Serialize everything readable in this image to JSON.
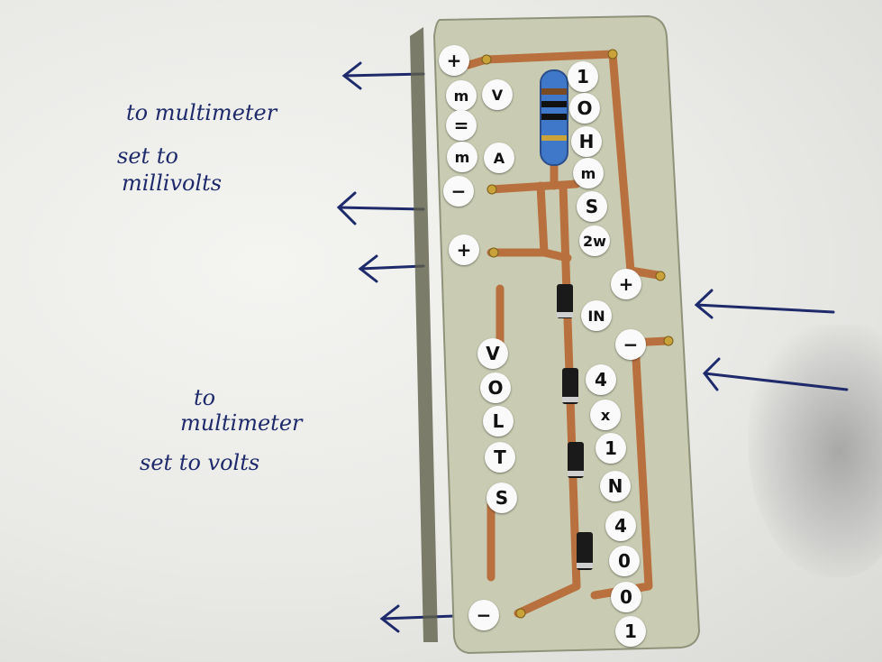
{
  "notes": {
    "top_line1": "to multimeter",
    "top_line2": "set to",
    "top_line3": "millivolts",
    "bottom_line1": "to",
    "bottom_line2": "multimeter",
    "bottom_line3": "set to volts"
  },
  "labels": {
    "plus_top": "+",
    "mv_m": "m",
    "mv_v": "V",
    "equals": "=",
    "ma_m": "m",
    "ma_a": "A",
    "minus_top": "−",
    "plus_mid": "+",
    "ohm_1": "1",
    "ohm_2": "O",
    "ohm_3": "H",
    "ohm_4": "m",
    "ohm_5": "S",
    "ohm_6": "2w",
    "in_plus": "+",
    "in_label": "IN",
    "in_minus": "−",
    "volts_1": "V",
    "volts_2": "O",
    "volts_3": "L",
    "volts_4": "T",
    "volts_5": "S",
    "diode_1": "4",
    "diode_2": "x",
    "diode_3": "1",
    "diode_4": "N",
    "diode_5": "4",
    "diode_6": "0",
    "diode_7": "0",
    "diode_8": "1",
    "minus_bottom": "−"
  },
  "colors": {
    "ink": "#1f2a6b",
    "board": "#c9ccb2",
    "trace": "#b8703f",
    "resistor": "#3f78c8"
  }
}
